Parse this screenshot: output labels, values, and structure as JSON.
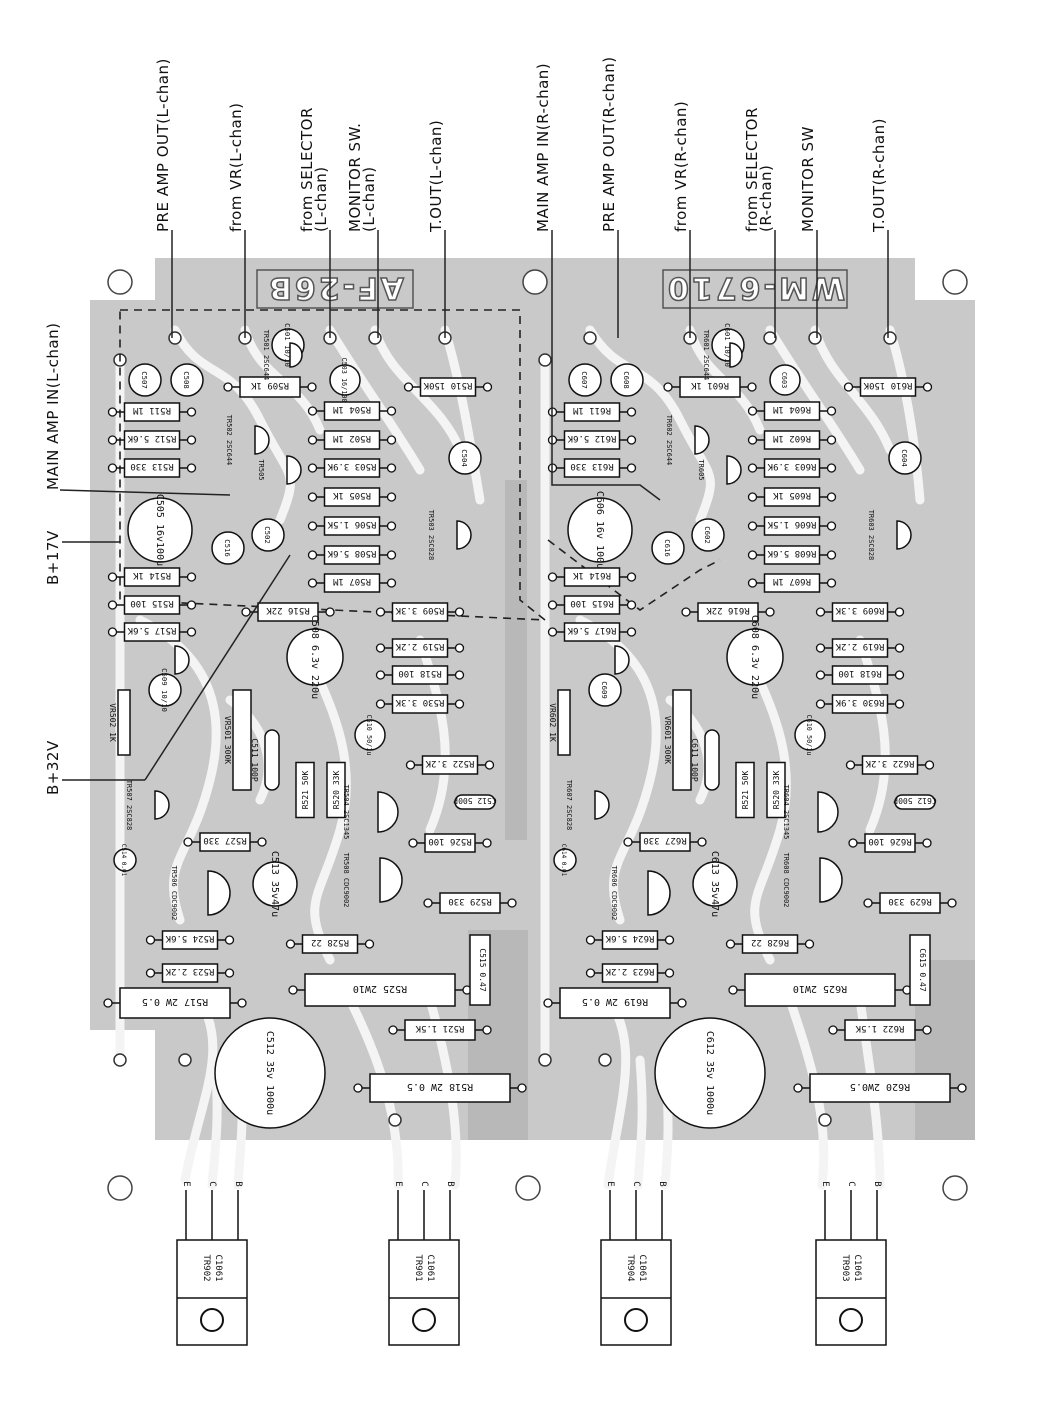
{
  "diagram": {
    "board_markings": [
      "AF-26B",
      "WM-6710"
    ],
    "top_labels": [
      {
        "text": "PRE AMP OUT(L-chan)"
      },
      {
        "text": "from VR(L-chan)"
      },
      {
        "text": "from SELECTOR\n(L-chan)"
      },
      {
        "text": "MONITOR SW.\n(L-chan)"
      },
      {
        "text": "T.OUT(L-chan)"
      },
      {
        "text": "MAIN AMP IN(R-chan)"
      },
      {
        "text": "PRE AMP OUT(R-chan)"
      },
      {
        "text": "from VR(R-chan)"
      },
      {
        "text": "from SELECTOR\n(R-chan)"
      },
      {
        "text": "MONITOR SW"
      },
      {
        "text": "T.OUT(R-chan)"
      }
    ],
    "left_labels": [
      {
        "text": "MAIN AMP IN(L-chan)"
      },
      {
        "text": "B+17V"
      },
      {
        "text": "B+32V"
      }
    ],
    "resistors": [
      "R509 1K",
      "R511 1M",
      "R512 5.6K",
      "R513 330",
      "R514 1K",
      "R515 100",
      "R517 5.6K",
      "R516 22K",
      "R504 1M",
      "R502 1M",
      "R503 3.9K",
      "R505 1K",
      "R506 1.5K",
      "R508 5.6K",
      "R507 1M",
      "R509 3.3K",
      "R510 150K",
      "R519 2.2K",
      "R518 100",
      "R530 3.3K",
      "R522 3.2K",
      "R526 100",
      "R527 330",
      "R529 330",
      "R524 5.6K",
      "R528 22",
      "R523 2.2K",
      "R517 2W 0.5",
      "R525 2W10",
      "R521 1.5K",
      "R518 2W 0.5",
      "R601 1K",
      "R611 1M",
      "R612 5.6K",
      "R613 330",
      "R614 1K",
      "R615 100",
      "R617 5.6K",
      "R616 22K",
      "R604 1M",
      "R602 1M",
      "R603 3.9K",
      "R605 1K",
      "R606 1.5K",
      "R608 5.6K",
      "R607 1M",
      "R609 3.3K",
      "R610 150K",
      "R619 2.2K",
      "R618 100",
      "R630 3.9K",
      "R622 3.2K",
      "R626 100",
      "R627 330",
      "R629 330",
      "R624 5.6K",
      "R628 22",
      "R623 2.2K",
      "R619 2W 0.5",
      "R625 2W10",
      "R622 1.5K",
      "R620 2W0.5"
    ],
    "capacitors": [
      "C507",
      "C508",
      "C501 10/10",
      "C503 16/100",
      "C505 16v100u",
      "C516",
      "C502",
      "C504",
      "C508 6.3v 220u",
      "C509 10/10",
      "C510 50/1u",
      "C511 100P",
      "C512 500P",
      "C514 0.01",
      "C513 35v47u",
      "C515 0.47",
      "C512 35v 1000u",
      "C607",
      "C608",
      "C601 10/10",
      "C603",
      "C606 16v 100u",
      "C616",
      "C602",
      "C604",
      "C608 6.3v 220u",
      "C609",
      "C610 50/1u",
      "C611 100P",
      "C612 500P",
      "C614 0.01",
      "C613 35v47u",
      "C615 0.47",
      "C612 35v 1000u"
    ],
    "transistors": [
      "TR501 2SC644",
      "TR502 2SC644",
      "TR503 2SC828",
      "TR505",
      "TR507 2SC828",
      "TR504 2SC1345",
      "TR506 CDC9002",
      "TR508 CDC9002",
      "TR601 2SC644",
      "TR602 2SC644",
      "TR603 2SC828",
      "TR605",
      "TR607 2SC828",
      "TR604 2SC1345",
      "TR606 CDC9002",
      "TR608 CDC9002"
    ],
    "pots": [
      "VR501 300K",
      "VR502 1K",
      "VR601 300K",
      "VR602 1K"
    ],
    "power_transistors": [
      {
        "id": "TR902",
        "type": "C1061"
      },
      {
        "id": "TR901",
        "type": "C1061"
      },
      {
        "id": "TR904",
        "type": "C1061"
      },
      {
        "id": "TR903",
        "type": "C1061"
      }
    ],
    "pin_letters": [
      "E",
      "C",
      "B"
    ]
  }
}
